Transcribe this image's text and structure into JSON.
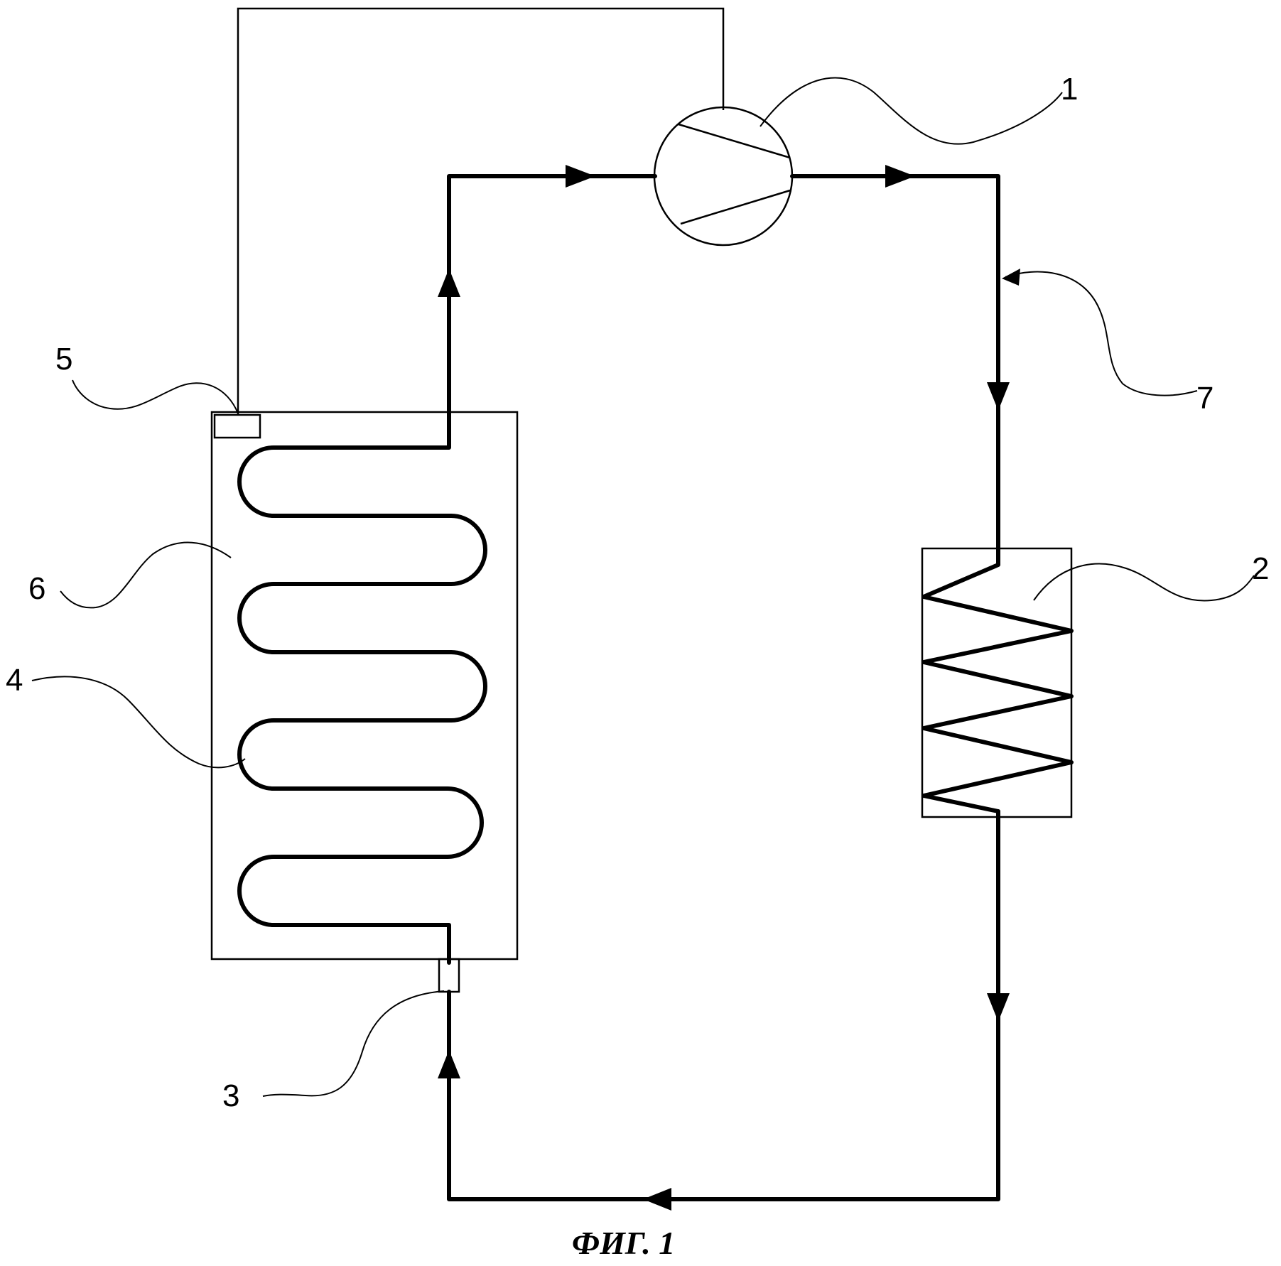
{
  "figure": {
    "caption": "ФИГ. 1",
    "labels": {
      "compressor": "1",
      "condenser": "2",
      "expansion_valve": "3",
      "evaporator_coil": "4",
      "sensor": "5",
      "tank": "6",
      "pipe_line": "7"
    }
  }
}
